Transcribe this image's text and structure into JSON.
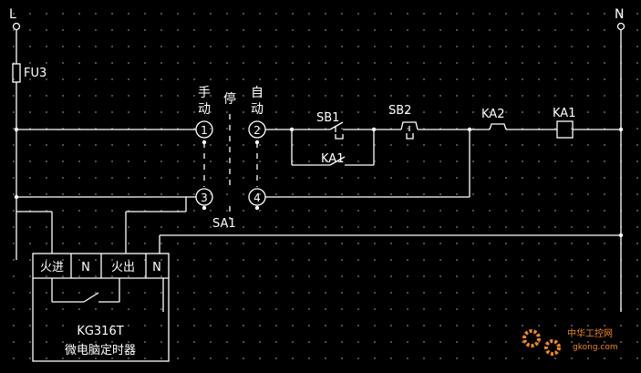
{
  "terminals": {
    "line": "L",
    "neutral": "N"
  },
  "fuse": {
    "label": "FU3"
  },
  "selector_switch": {
    "label": "SA1",
    "manual_top": "手",
    "manual_bottom": "动",
    "stop": "停",
    "auto_top": "自",
    "auto_bottom": "动",
    "contacts": [
      "1",
      "2",
      "3",
      "4"
    ]
  },
  "buttons": {
    "start": "SB1",
    "stop": "SB2"
  },
  "relay": {
    "coil": "KA1",
    "hold_contact": "KA1",
    "interlock_contact": "KA2"
  },
  "timer": {
    "terminals": [
      "火进",
      "N",
      "火出",
      "N"
    ],
    "model": "KG316T",
    "name": "微电脑定时器"
  },
  "watermark": {
    "brand": "中华工控网",
    "url": "gkong.com"
  },
  "colors": {
    "background": "#000000",
    "wire": "#ffffff",
    "grid_dot": "#5a5a5a",
    "watermark": "#f08a1c"
  }
}
